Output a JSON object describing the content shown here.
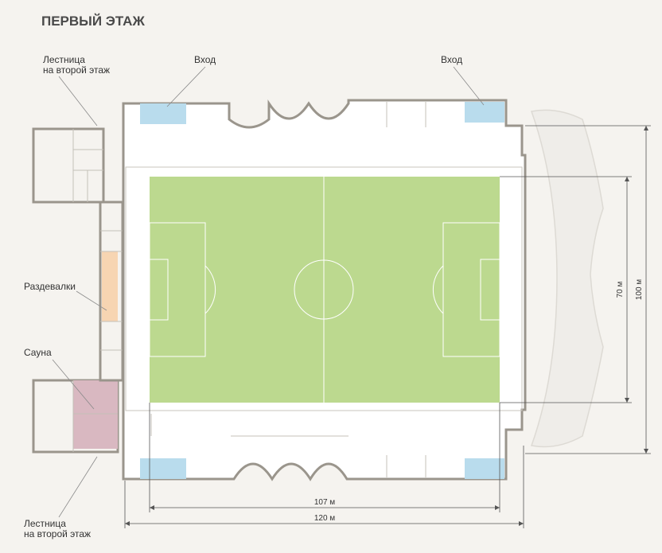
{
  "title": "ПЕРВЫЙ ЭТАЖ",
  "labels": {
    "stairs_top_line1": "Лестница",
    "stairs_top_line2": "на второй этаж",
    "entrance_left": "Вход",
    "entrance_right": "Вход",
    "changing_rooms": "Раздевалки",
    "sauna": "Сауна",
    "stairs_bottom_line1": "Лестница",
    "stairs_bottom_line2": "на второй этаж"
  },
  "dimensions": {
    "field_length": "107 м",
    "hall_length": "120 м",
    "field_width": "70 м",
    "hall_width": "100 м"
  },
  "colors": {
    "pitch": "#bcd98f",
    "entrance": "#b9dced",
    "changing_rooms": "#f7d5b2",
    "sauna": "#d9b8c1",
    "wall": "#9a958c",
    "floor": "#ffffff",
    "background": "#f5f3ef"
  }
}
